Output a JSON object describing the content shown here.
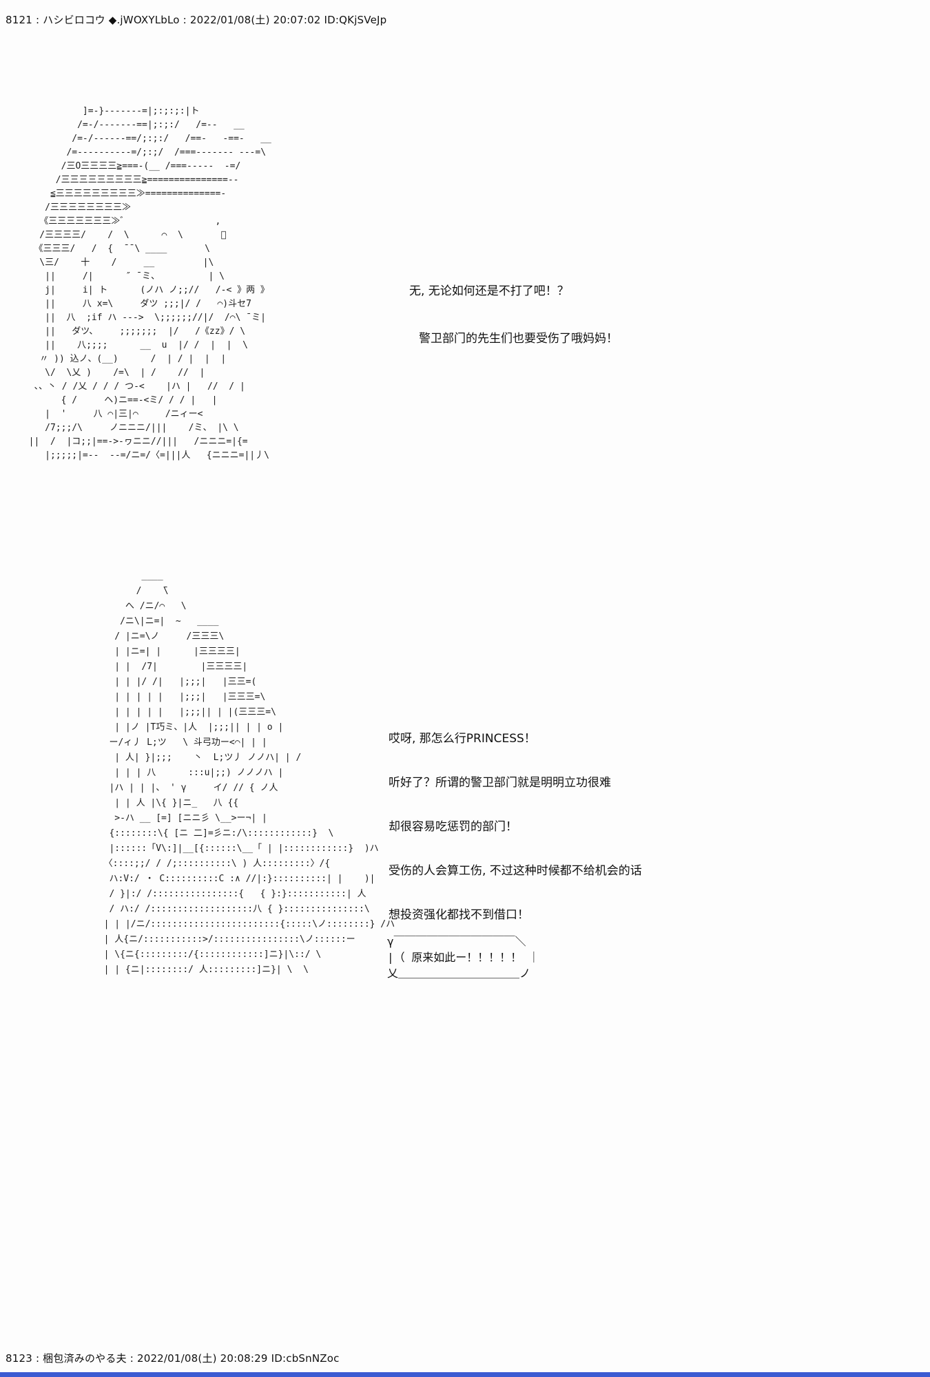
{
  "page": {
    "background": "#fdfdfd",
    "accent_color": "#3c5bd2"
  },
  "post": {
    "header": "8121 : ハシビロコウ ◆.jWOXYLbLo : 2022/01/08(土) 20:07:02 ID:QKjSVeJp",
    "aa1": [
      "            ]=-}-------=|;:;:;:|ト",
      "           /=-/-------==|;:;:/   /=--   __",
      "          /=-/------==/;:;:/   /==-   -==-   __",
      "         /=----------=/;:;/  /===------- ---=\\",
      "        /三O三三三三≧===-(__ /===-----  -=/",
      "       /三三三三三三三三三≧===============--",
      "      ≦三三三三三三三三三≫==============-",
      "     /三三三三三三三三≫",
      "    《三三三三三三三≫゛                ,",
      "    /三三三三/    /  \\      ⌒  \\       ゙",
      "   《三三三/   /  {  ̄ ̄ \\ ____       \\",
      "    \\三/    十    /     __         |\\",
      "     ||     /|      ″ ̄ ミ、         | \\",
      "     j|     i| ト      (ノハ ノ;;//   /-< 》两 》",
      "     ||     八 x=\\     ダツ ;;;|/ /   ⌒)斗セ7",
      "     ||  八  ;if ハ --->  \\;;;;;;//|/  /⌒\\ ̄ ミ|",
      "     ||   ダツ、    ;;;;;;;  |/   /《zz》/ \\",
      "     ||    八;;;;      __  u  |/ /  |  |  \\",
      "    〃 )) 込ノ、(__)      /  | / |  |  |",
      "     \\/  \\乂 )    /=\\  | /    //  |",
      "   、、丶 / /乂 / / / つ-<    |ハ |   //  / |",
      "        { /     ヘ)ニ==-<ミ/ / / |   |",
      "     |  '     八 ⌒|三|⌒     /ニィー<",
      "     /7;;;/\\     ノニニニ/|||    /ミ、 |\\ \\",
      "  ||  /  |コ;;|==->-ヮニニ//|||   /ニニニ=|{=",
      "     |;;;;;|=--  --=/ニ=/〈=|||人   {ニニニ=||丿\\"
    ],
    "dialogue1": [
      "无, 无论如何还是不打了吧！？",
      "警卫部门的先生们也要受伤了哦妈妈！"
    ],
    "aa2": [
      "               ____",
      "              /    ̄\\",
      "            へ /ニ/⌒   \\",
      "           /ニ\\|ニ=|  ~   ____",
      "          / |ニ=\\ノ     /三三三\\",
      "          | |ニ=| |      |三三三三|",
      "          | |  /7|        |三三三三|",
      "          | | |/ /|   |;;;|   |三三=(",
      "          | | | | |   |;;;|   |三三三=\\",
      "          | | | | |   |;;;|| | |(三三三=\\",
      "          | |ノ |T巧ミ、|人  |;;;|| | | o |",
      "         ー/ィ丿 L;ツ   \\ 斗弓功ー<⌒| | |",
      "          | 人| }|;;;    丶  L;ツ丿 ノノハ| | /",
      "          | | | 八      :::u|;;) ノノノハ |",
      "         |ハ | | |、 ' γ     イ/ // { ノ人",
      "          | | 人 |\\{ }|ニ_   八 {{",
      "          >-ハ __ [=] [ニニ彡 \\__>ー¬| |",
      "         {::::::::\\{ [ニ 二]=彡ニ:/\\::::::::::::}  \\",
      "         |::::::「V\\:]|__[{::::::\\__「 | |::::::::::::}  )ハ",
      "        〈::::;;/ / /;::::::::::\\ ) 人:::::::::〉/{",
      "         ハ:V:/ ・ C::::::::::C :∧ //|:}::::::::::| |    )|",
      "         / }|:/ /::::::::::::::::{   { }:}:::::::::::| 人",
      "         / ハ:/ /:::::::::::::::::::八 { }:::::::::::::::\\",
      "        | | |/ニ/::::::::::::::::::::::::{:::::\\ノ::::::::} /ハ",
      "        | 人{ニ/:::::::::::>/::::::::::::::::\\ノ::::::ー",
      "        | \\{ニ{:::::::::/{::::::::::::]ニ}|\\::/ \\",
      "        | | {ニ|::::::::/ 人:::::::::]ニ}| \\  \\"
    ],
    "dialogue2": [
      "哎呀, 那怎么行PRINCESS！",
      "听好了？所谓的警卫部门就是明明立功很难",
      "却很容易吃惩罚的部门！",
      "受伤的人会算工伤, 不过这种时候都不给机会的话",
      "想投资强化都找不到借口！"
    ],
    "bubble": {
      "text": "原来如此ー！！！！！",
      "aa": [
        "γ￣￣￣￣￣￣￣￣￣￣￣＼",
        "|（ 原来如此ー！！！！！ ｜",
        "乂＿＿＿＿＿＿＿＿＿＿＿ノ"
      ]
    }
  },
  "next_post": {
    "header": "8123 : 梱包済みのやる夫 : 2022/01/08(土) 20:08:29 ID:cbSnNZoc"
  }
}
